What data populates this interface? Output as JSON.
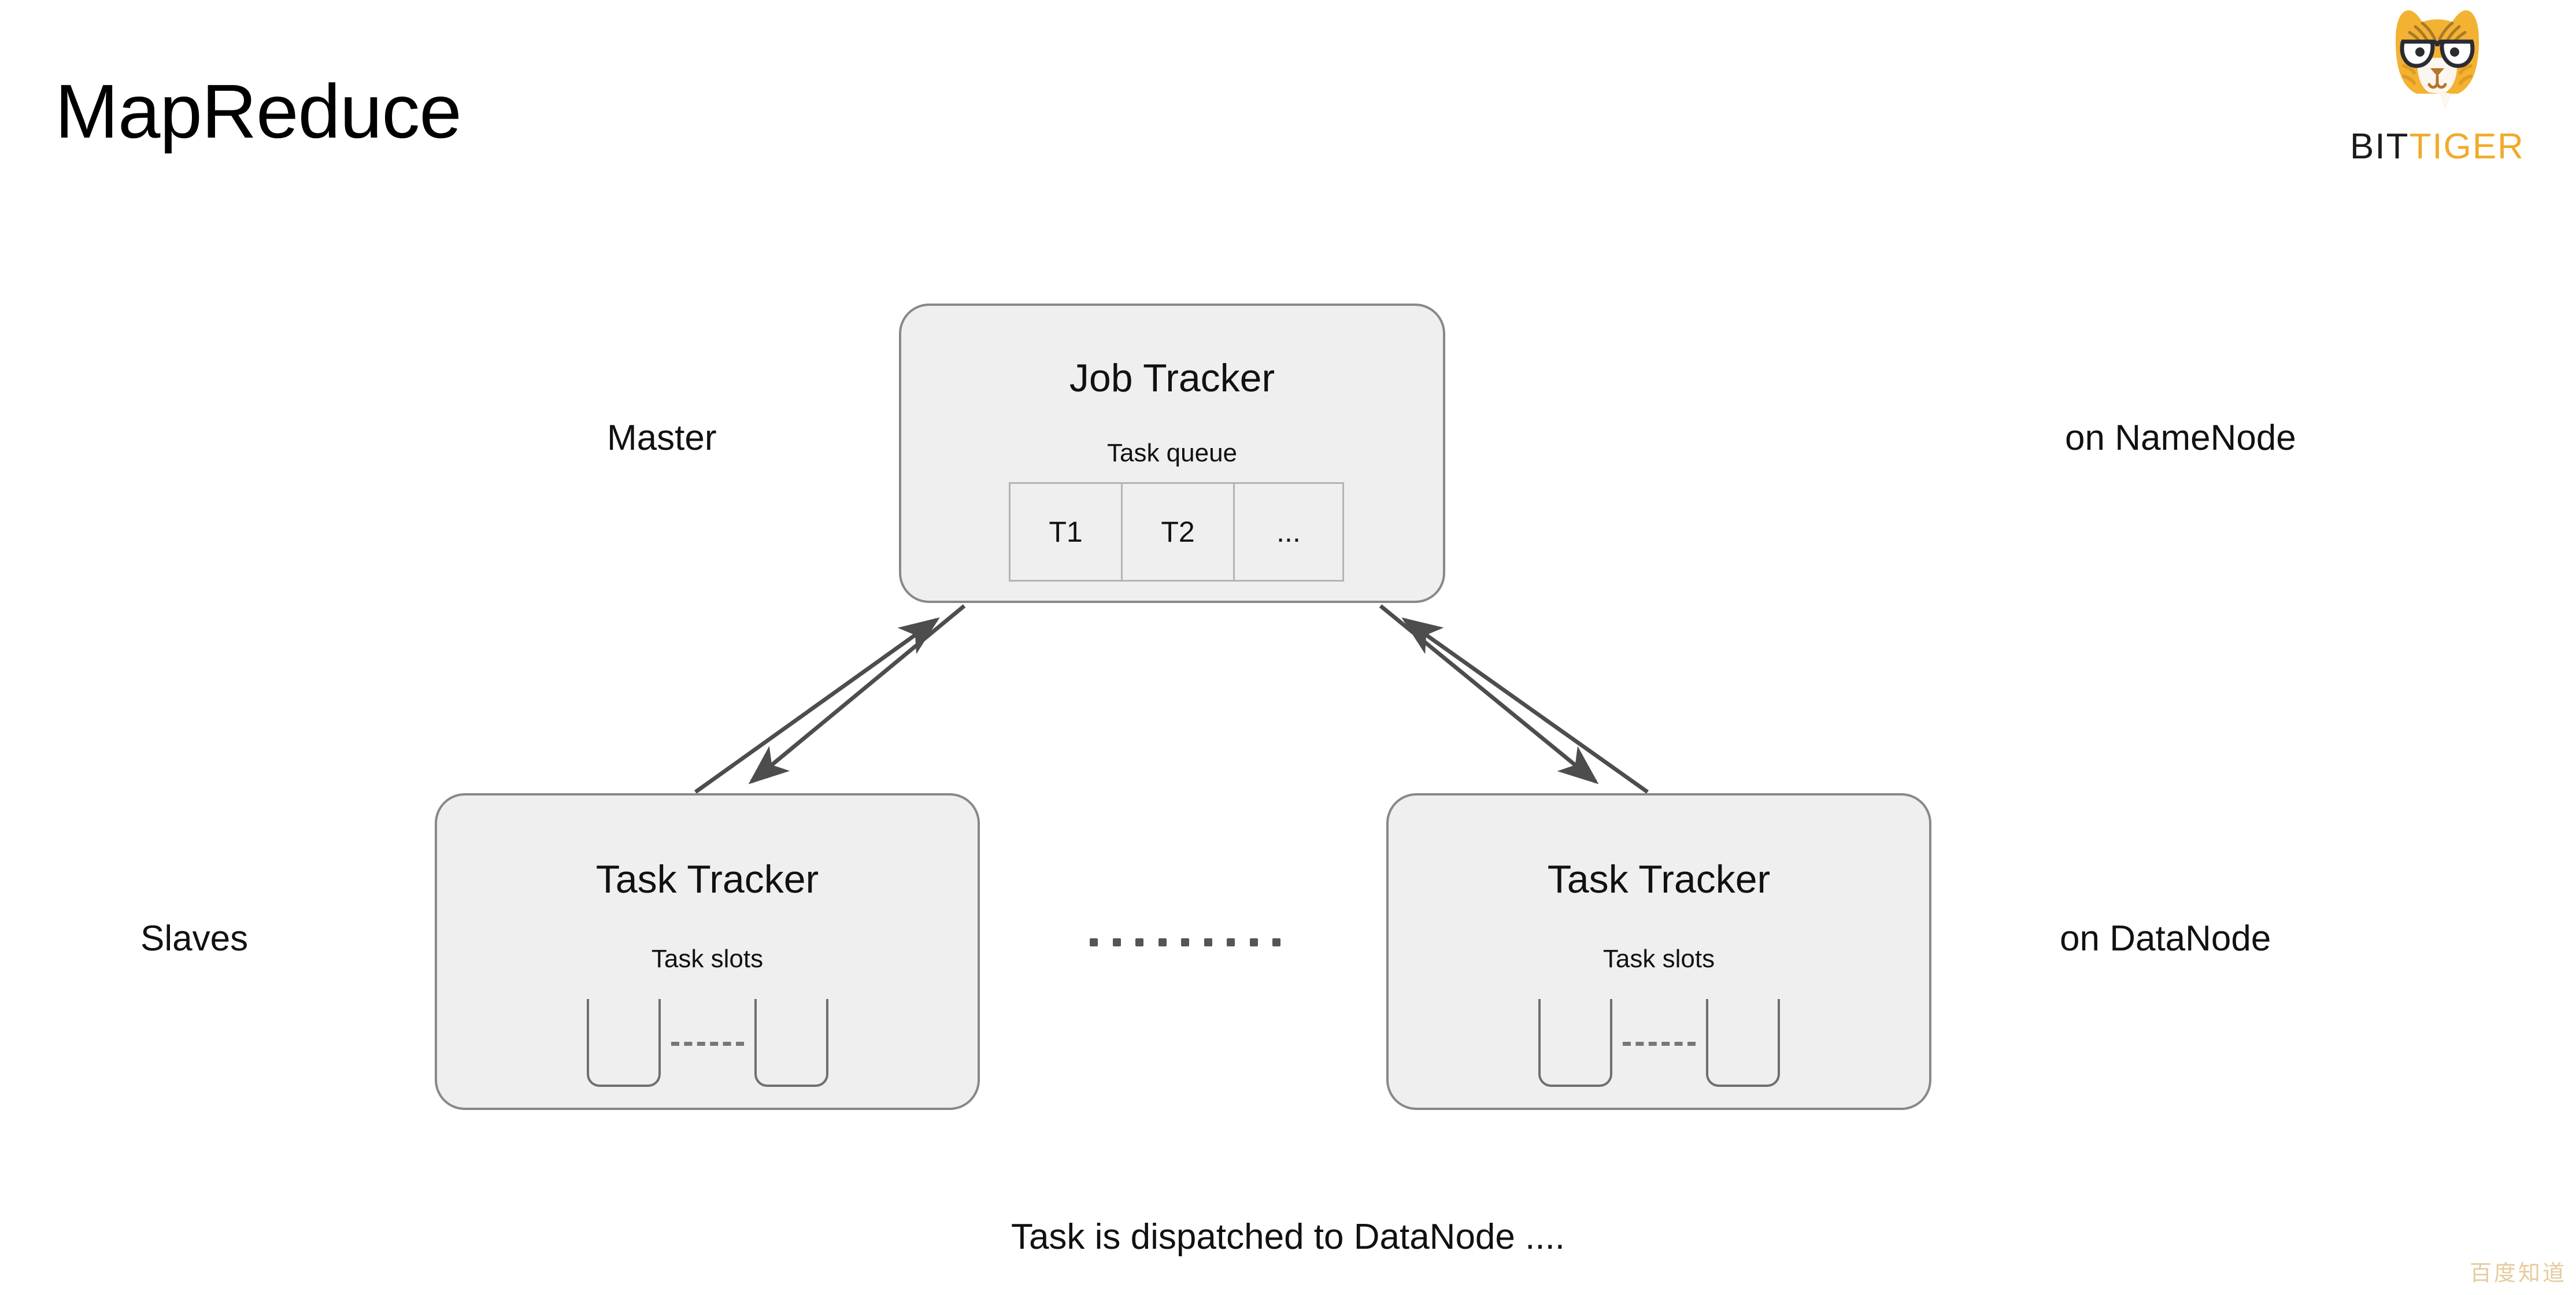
{
  "slide": {
    "title": "MapReduce",
    "caption": "Task is dispatched to DataNode ....",
    "watermark": "百度知道",
    "background": "#FFFFFF"
  },
  "logo": {
    "name": "bittiger-logo",
    "text_bit": "BIT",
    "text_tiger": "TIGER",
    "mark_icon": "tiger-head-with-glasses-icon",
    "color_primary": "#F0AB2A",
    "color_dark": "#1B1B1B",
    "color_stripe": "#A9792A"
  },
  "labels": {
    "master": "Master",
    "slaves": "Slaves",
    "on_namenode": "on NameNode",
    "on_datanode": "on DataNode"
  },
  "nodes": {
    "job_tracker": {
      "title": "Job Tracker",
      "subtitle": "Task queue",
      "queue": [
        {
          "label": "T1",
          "width": "wide"
        },
        {
          "label": "T2",
          "width": "wide"
        },
        {
          "label": "...",
          "width": "narrow"
        }
      ]
    },
    "task_tracker_left": {
      "title": "Task Tracker",
      "subtitle": "Task slots",
      "slots": [
        "slot-cup",
        "slot-dash",
        "slot-cup"
      ]
    },
    "task_tracker_right": {
      "title": "Task Tracker",
      "subtitle": "Task slots",
      "slots": [
        "slot-cup",
        "slot-dash",
        "slot-cup"
      ]
    }
  },
  "connectors": {
    "left_up": {
      "from": "task-tracker-left",
      "to": "job-tracker",
      "direction": "up-right"
    },
    "left_down": {
      "from": "job-tracker",
      "to": "task-tracker-left",
      "direction": "down-left"
    },
    "right_up": {
      "from": "task-tracker-right",
      "to": "job-tracker",
      "direction": "up-left"
    },
    "right_down": {
      "from": "job-tracker",
      "to": "task-tracker-right",
      "direction": "down-right"
    },
    "between_trackers": {
      "style": "dotted",
      "dots": 9
    }
  },
  "colors": {
    "box_fill": "#EFEFEF",
    "box_border": "#888888",
    "queue_border": "#B4B4B4",
    "arrow": "#4D4D4D",
    "slot_stroke": "#6F6F6F",
    "text": "#111111",
    "watermark": "#E3C28E"
  }
}
